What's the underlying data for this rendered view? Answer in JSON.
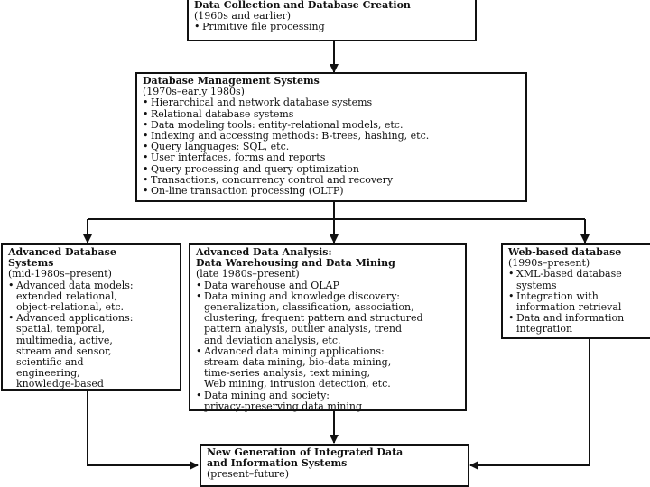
{
  "boxes": {
    "collection": {
      "title_lines": [
        "Data Collection and Database Creation"
      ],
      "subtitle": "(1960s and earlier)",
      "bullets": [
        "Primitive file processing"
      ]
    },
    "dbms": {
      "title_lines": [
        "Database Management Systems"
      ],
      "subtitle": "(1970s–early 1980s)",
      "bullets": [
        "Hierarchical and network database systems",
        "Relational database systems",
        "Data modeling tools: entity-relational models, etc.",
        "Indexing and accessing methods: B-trees, hashing, etc.",
        "Query languages: SQL, etc.",
        "User interfaces, forms and reports",
        "Query processing and query optimization",
        "Transactions, concurrency control and recovery",
        "On-line transaction processing (OLTP)"
      ]
    },
    "advanced_db": {
      "title_lines": [
        "Advanced Database",
        "Systems"
      ],
      "subtitle": "(mid-1980s–present)",
      "bullets": [
        "Advanced data models:\nextended relational,\nobject-relational, etc.",
        "Advanced applications:\nspatial, temporal,\nmultimedia, active,\nstream and sensor,\nscientific and\nengineering,\nknowledge-based"
      ]
    },
    "analysis": {
      "title_lines": [
        "Advanced Data Analysis:",
        "Data Warehousing and Data Mining"
      ],
      "subtitle": "(late 1980s–present)",
      "bullets": [
        "Data warehouse and OLAP",
        "Data mining and knowledge discovery:\ngeneralization, classification, association,\nclustering, frequent pattern and structured\npattern analysis, outlier analysis, trend\nand deviation analysis, etc.",
        "Advanced data mining applications:\nstream data mining, bio-data mining,\ntime-series analysis, text mining,\nWeb mining, intrusion detection, etc.",
        "Data mining and society:\nprivacy-preserving data mining"
      ]
    },
    "web": {
      "title_lines": [
        "Web-based database"
      ],
      "subtitle": "(1990s–present)",
      "bullets": [
        "XML-based database\nsystems",
        "Integration with\ninformation retrieval",
        "Data and information\nintegration"
      ]
    },
    "newgen": {
      "title_lines": [
        "New Generation of Integrated Data",
        "and Information Systems"
      ],
      "subtitle": "(present–future)",
      "bullets": []
    }
  }
}
